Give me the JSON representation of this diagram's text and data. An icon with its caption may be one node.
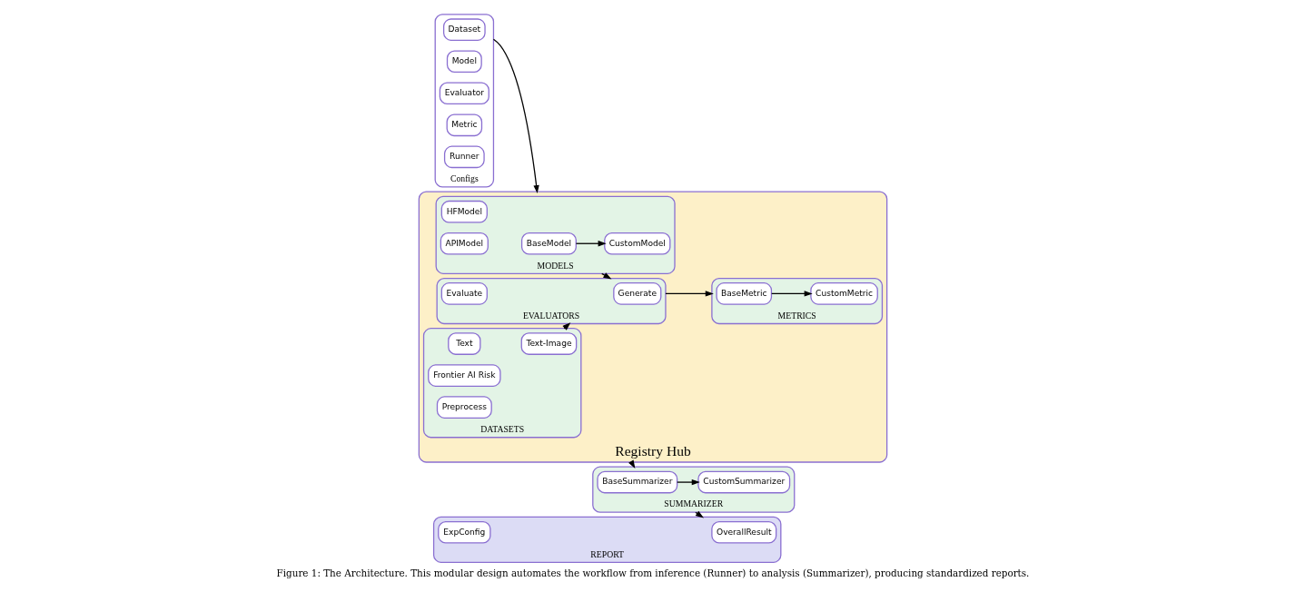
{
  "diagram": {
    "caption": "Figure 1: The Architecture. This modular design automates the workflow from inference (Runner) to analysis (Summarizer), producing standardized reports.",
    "nodes": [
      {
        "text": [
          "Configs"
        ]
      },
      {
        "text": [
          "Dataset"
        ],
        "in": 0
      },
      {
        "text": [
          "Model"
        ],
        "in": 0
      },
      {
        "text": [
          "Evaluator"
        ],
        "in": 0
      },
      {
        "text": [
          "Metric"
        ],
        "in": 0
      },
      {
        "text": [
          "Runner"
        ],
        "in": 0
      },
      {
        "text": [
          "Registry Hub"
        ]
      },
      {
        "text": [
          "DATASETS"
        ],
        "in": 6
      },
      {
        "text": [
          "Text-Image"
        ],
        "in": 7
      },
      {
        "text": [
          "Text"
        ],
        "in": 7
      },
      {
        "text": [
          "Frontier AI Risk"
        ],
        "in": 7
      },
      {
        "text": [
          "Preprocess"
        ],
        "in": 7
      },
      {
        "text": [
          "MODELS"
        ],
        "in": 6
      },
      {
        "text": [
          "BaseModel"
        ],
        "in": 12
      },
      {
        "text": [
          "HFModel"
        ],
        "in": 12
      },
      {
        "text": [
          "CustomModel"
        ],
        "in": 12
      },
      {
        "text": [
          "APIModel"
        ],
        "in": 12
      },
      {
        "text": [
          "EVALUATORS"
        ],
        "in": 6
      },
      {
        "text": [
          "Generate"
        ],
        "in": 17
      },
      {
        "text": [
          "Evaluate"
        ],
        "in": 17
      },
      {
        "text": [
          "METRICS"
        ],
        "in": 6
      },
      {
        "text": [
          "BaseMetric"
        ],
        "in": 20
      },
      {
        "text": [
          "CustomMetric"
        ],
        "in": 20
      },
      {
        "text": [
          "REPORT"
        ]
      },
      {
        "text": [
          "OverallResult"
        ],
        "in": 23
      },
      {
        "text": [
          "ExpConfig"
        ],
        "in": 23
      },
      {
        "text": [
          "SUMMARIZER"
        ]
      },
      {
        "text": [
          "BaseSummarizer"
        ],
        "in": 26
      },
      {
        "text": [
          "CustomSummarizer"
        ],
        "in": 26
      }
    ],
    "edges": [
      {
        "from": 0,
        "to": 6,
        "arrow": "to"
      },
      {
        "from": 7,
        "to": 17,
        "arrow": "to"
      },
      {
        "from": 12,
        "to": 17,
        "arrow": "to"
      },
      {
        "from": 17,
        "to": 20,
        "arrow": "to"
      },
      {
        "from": 13,
        "to": 15,
        "arrow": "to"
      },
      {
        "from": 21,
        "to": 22,
        "arrow": "to"
      },
      {
        "from": 6,
        "to": 26,
        "arrow": "to"
      },
      {
        "from": 27,
        "to": 28,
        "arrow": "to"
      },
      {
        "from": 26,
        "to": 23,
        "arrow": "to"
      }
    ]
  }
}
